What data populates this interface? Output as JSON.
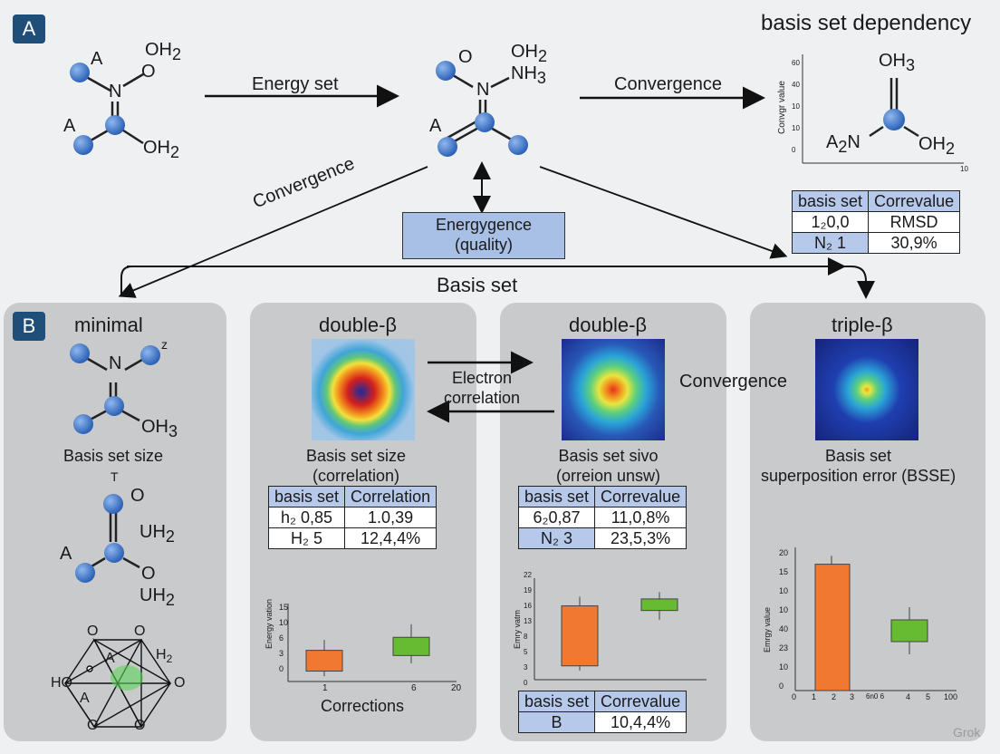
{
  "section_a": {
    "badge": "A",
    "title": "basis set dependency",
    "mol1": {
      "a_top": "A",
      "o": "O",
      "oh2_top": "OH",
      "oh2_top_sub": "2",
      "n": "N",
      "a_left": "A",
      "oh2_bot": "OH",
      "oh2_bot_sub": "2"
    },
    "arrow1_label": "Energy set",
    "mol2": {
      "o": "O",
      "oh2": "OH",
      "oh2_sub": "2",
      "nh3": "NH",
      "nh3_sub": "3",
      "n": "N",
      "a": "A"
    },
    "arrow2_label": "Convergence",
    "mol3": {
      "oh3": "OH",
      "oh3_sub": "3",
      "a2n_a": "A",
      "a2n_sub": "2",
      "a2n_n": "N",
      "oh2": "OH",
      "oh2_sub": "2"
    },
    "mini_chart": {
      "ylabel": "Convgr value",
      "yticks": [
        "60",
        "40",
        "10",
        "10",
        "0"
      ],
      "xtick_end": "10"
    },
    "arrow3_label": "Convergence",
    "quality_box": {
      "line1": "Energygence",
      "line2": "(quality)"
    },
    "basis_set_label": "Basis set",
    "table": {
      "header": [
        "basis set",
        "Correvalue"
      ],
      "rows": [
        [
          "1₂0,0",
          "RMSD"
        ],
        [
          "N₂ 1",
          "30,9%"
        ]
      ]
    }
  },
  "section_b": {
    "badge": "B",
    "panel1": {
      "title": "minimal",
      "mol1": {
        "n": "N",
        "z": "z",
        "oh3": "OH",
        "oh3_sub": "3"
      },
      "caption1": "Basis set size",
      "mol2": {
        "t": "T",
        "o_top": "O",
        "uh2_top": "UH",
        "uh2_top_sub": "2",
        "a": "A",
        "o_bot": "O",
        "uh2_bot": "UH",
        "uh2_bot_sub": "2"
      },
      "mol3": {
        "o": "O",
        "a_top": "A",
        "h2": "H",
        "h2_sub": "2",
        "ho": "HO",
        "a_bot": "A"
      }
    },
    "panel2": {
      "title": "double-β",
      "caption_line1": "Basis set size",
      "caption_line2": "(correlation)",
      "table": {
        "header": [
          "basis set",
          "Correlation"
        ],
        "rows": [
          [
            "h₂ 0,85",
            "1.0,39"
          ],
          [
            "H₂ 5",
            "12,4,4%"
          ]
        ]
      },
      "chart": {
        "ylabel": "Energy vation",
        "yticks": [
          "15",
          "10",
          "6",
          "3",
          "0"
        ],
        "xticks": [
          "1",
          "6",
          "20"
        ],
        "xlabel": "Corrections",
        "boxes": [
          {
            "low": 2,
            "high": 6,
            "wlow": 1,
            "whigh": 8,
            "color": "#f07830"
          },
          {
            "low": 5,
            "high": 8.5,
            "wlow": 3.5,
            "whigh": 11,
            "color": "#66bb33"
          }
        ]
      }
    },
    "middle_arrows": {
      "line1": "Electron",
      "line2": "correlation"
    },
    "panel3": {
      "title": "double-β",
      "caption_line1": "Basis set sivo",
      "caption_line2": "(orreion unsw)",
      "table": {
        "header": [
          "basis set",
          "Correvalue"
        ],
        "rows": [
          [
            "6₂0,87",
            "11,0,8%"
          ],
          [
            "N₂ 3",
            "23,5,3%"
          ]
        ]
      },
      "chart": {
        "ylabel": "Emry vatm",
        "yticks": [
          "22",
          "19",
          "16",
          "13",
          "8",
          "5",
          "3",
          "0"
        ],
        "boxes": [
          {
            "low": 3,
            "high": 16,
            "wlow": 2,
            "whigh": 18,
            "color": "#f07830"
          },
          {
            "low": 15,
            "high": 17.5,
            "wlow": 13,
            "whigh": 19,
            "color": "#66bb33"
          }
        ]
      },
      "table2": {
        "header": [
          "basis set",
          "Correvalue"
        ],
        "rows": [
          [
            "B",
            "10,4,4%"
          ]
        ]
      }
    },
    "convergence_label": "Convergence",
    "panel4": {
      "title": "triple-β",
      "caption_line1": "Basis set",
      "caption_line2": "superposition error (BSSE)",
      "chart": {
        "ylabel": "Emrgy value",
        "yticks": [
          "20",
          "15",
          "10",
          "10",
          "40",
          "23",
          "10",
          "0"
        ],
        "xticks": [
          "0",
          "1",
          "2",
          "3",
          "6n0 6",
          "4",
          "5",
          "100"
        ],
        "bars": [
          {
            "value": 15,
            "err": 16,
            "color": "#f07830"
          },
          {
            "low": 40,
            "high": 10,
            "color": "#66bb33"
          }
        ]
      }
    }
  },
  "watermark": "Grok"
}
